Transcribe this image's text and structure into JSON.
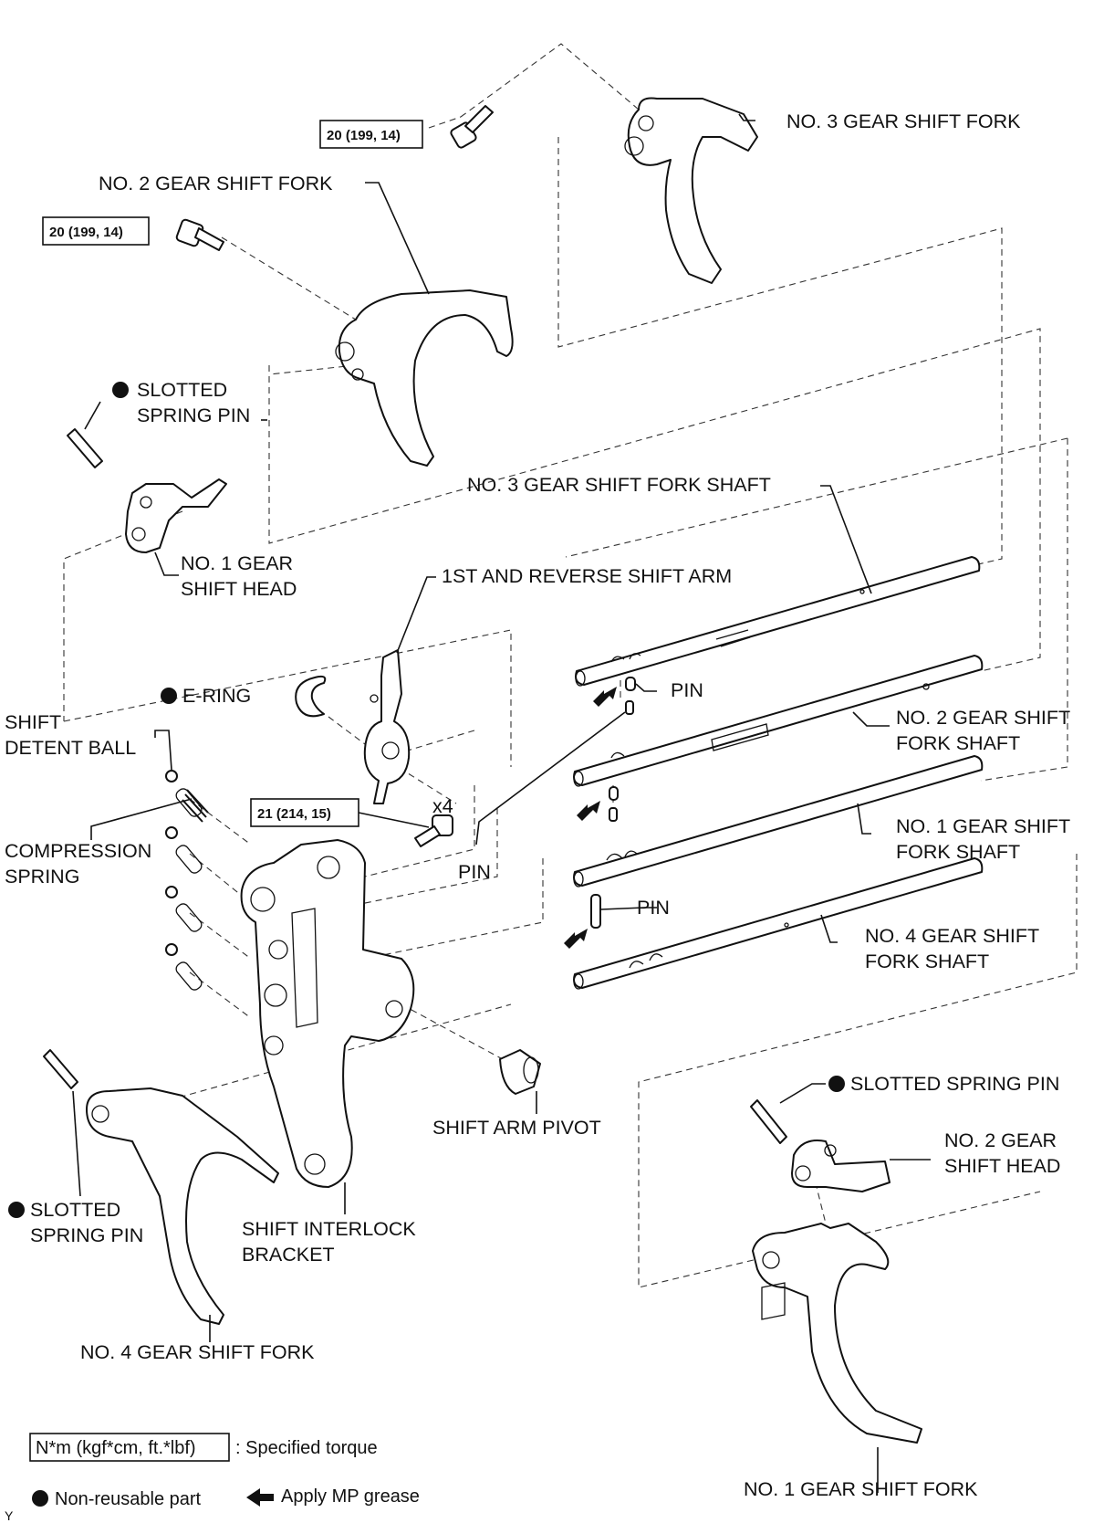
{
  "labels": {
    "no3_fork": "NO. 3 GEAR SHIFT FORK",
    "no2_fork": "NO. 2 GEAR SHIFT FORK",
    "slotted_pin": "SLOTTED",
    "slotted_pin_2": "SPRING PIN",
    "no1_head_1": "NO. 1 GEAR",
    "no1_head_2": "SHIFT HEAD",
    "no3_shaft": "NO. 3 GEAR SHIFT FORK SHAFT",
    "reverse_arm": "1ST AND REVERSE SHIFT ARM",
    "e_ring": "E-RING",
    "shift_1": "SHIFT",
    "shift_2": "DETENT BALL",
    "pin_top": "PIN",
    "no2_shaft_1": "NO. 2 GEAR SHIFT",
    "no2_shaft_2": "FORK SHAFT",
    "compression_1": "COMPRESSION",
    "compression_2": "SPRING",
    "x4": "x4",
    "pin_mid": "PIN",
    "no1_shaft_1": "NO. 1 GEAR SHIFT",
    "no1_shaft_2": "FORK SHAFT",
    "pin_low": "PIN",
    "no4_shaft_1": "NO. 4 GEAR SHIFT",
    "no4_shaft_2": "FORK SHAFT",
    "pivot": "SHIFT ARM PIVOT",
    "slotted_right": "SLOTTED SPRING PIN",
    "no2_head_1": "NO. 2 GEAR",
    "no2_head_2": "SHIFT HEAD",
    "slotted_left_1": "SLOTTED",
    "slotted_left_2": "SPRING PIN",
    "interlock_1": "SHIFT INTERLOCK",
    "interlock_2": "BRACKET",
    "no4_fork": "NO. 4 GEAR SHIFT FORK",
    "no1_fork": "NO. 1 GEAR SHIFT FORK"
  },
  "torques": {
    "top": "20 (199, 14)",
    "left": "20 (199, 14)",
    "bracket": "21 (214, 15)"
  },
  "legend": {
    "torque_box": "N*m (kgf*cm, ft.*lbf)",
    "torque_text": ": Specified torque",
    "nonreusable": "Non-reusable part",
    "grease": "Apply MP grease",
    "corner": "Y"
  },
  "icons": {
    "nonreusable": "filled-circle-icon",
    "grease": "arrow-icon"
  }
}
